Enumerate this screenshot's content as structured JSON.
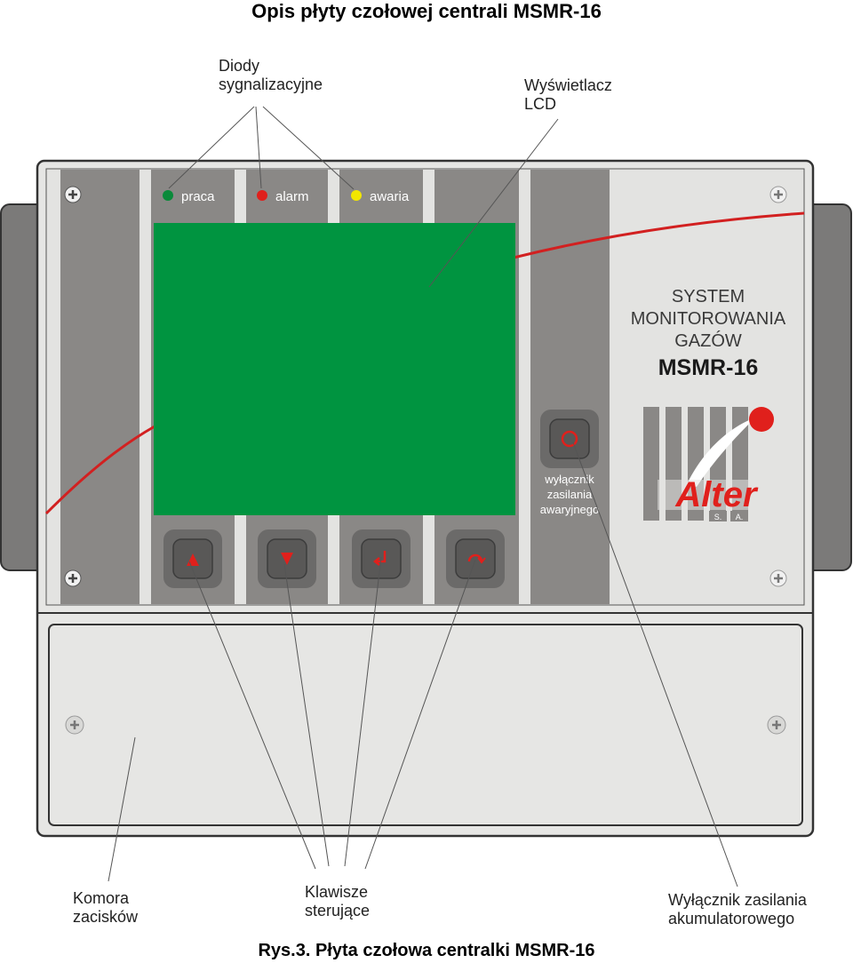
{
  "title": "Opis płyty czołowej centrali MSMR-16",
  "caption": "Rys.3. Płyta czołowa centralki MSMR-16",
  "callouts": {
    "diodes_line1": "Diody",
    "diodes_line2": "sygnalizacyjne",
    "lcd_line1": "Wyświetlacz",
    "lcd_line2": "LCD",
    "terminal_line1": "Komora",
    "terminal_line2": "zacisków",
    "keys_line1": "Klawisze",
    "keys_line2": "sterujące",
    "battery_line1": "Wyłącznik zasilania",
    "battery_line2": "akumulatorowego"
  },
  "leds": [
    {
      "label": "praca",
      "color": "#0a8a3a"
    },
    {
      "label": "alarm",
      "color": "#e0201c"
    },
    {
      "label": "awaria",
      "color": "#f2e600"
    }
  ],
  "device": {
    "system_line1": "SYSTEM",
    "system_line2": "MONITOROWANIA",
    "system_line3": "GAZÓW",
    "model": "MSMR-16",
    "switch_line1": "wyłącznik",
    "switch_line2": "zasilania",
    "switch_line3": "awaryjnego",
    "brand": "Alter",
    "brand_s": "S.",
    "brand_a": "A."
  },
  "keys": [
    {
      "name": "up",
      "icon": "arrow-up-icon"
    },
    {
      "name": "down",
      "icon": "arrow-down-icon"
    },
    {
      "name": "enter",
      "icon": "enter-icon"
    },
    {
      "name": "back",
      "icon": "return-icon"
    }
  ],
  "colors": {
    "lcd": "#009440",
    "accent_red": "#e0201c",
    "panel_grey": "#8a8886",
    "panel_light": "#e3e3e1"
  }
}
